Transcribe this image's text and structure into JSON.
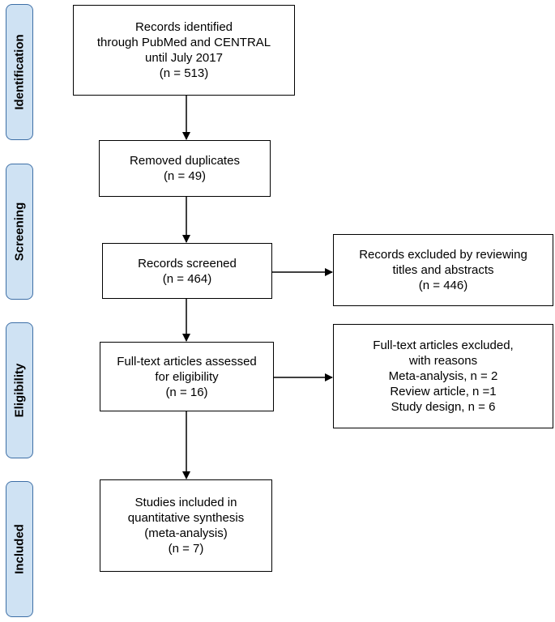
{
  "stages": [
    {
      "id": "identification",
      "label": "Identification"
    },
    {
      "id": "screening",
      "label": "Screening"
    },
    {
      "id": "eligibility",
      "label": "Eligibility"
    },
    {
      "id": "included",
      "label": "Included"
    }
  ],
  "boxes": {
    "identified": {
      "lines": [
        "Records identified",
        "through PubMed and CENTRAL",
        "until July 2017",
        "(n = 513)"
      ]
    },
    "duplicates": {
      "lines": [
        "Removed duplicates",
        "(n = 49)"
      ]
    },
    "screened": {
      "lines": [
        "Records screened",
        "(n = 464)"
      ]
    },
    "excluded_titles": {
      "lines": [
        "Records excluded by reviewing",
        "titles and abstracts",
        "(n = 446)"
      ]
    },
    "fulltext": {
      "lines": [
        "Full-text articles assessed",
        "for eligibility",
        "(n = 16)"
      ]
    },
    "fulltext_excluded": {
      "lines": [
        "Full-text articles excluded,",
        "with reasons",
        "Meta-analysis, n = 2",
        "Review article, n =1",
        "Study design, n = 6"
      ]
    },
    "included": {
      "lines": [
        "Studies included in",
        "quantitative synthesis",
        "(meta-analysis)",
        "(n = 7)"
      ]
    }
  }
}
